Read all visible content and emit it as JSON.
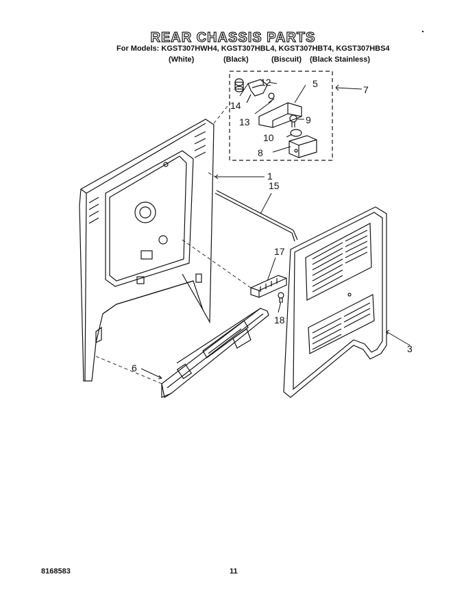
{
  "header": {
    "title": "REAR CHASSIS PARTS",
    "models_line": "For Models: KGST307HWH4, KGST307HBL4, KGST307HBT4, KGST307HBS4",
    "finishes": [
      "(White)",
      "(Black)",
      "(Biscuit)",
      "(Black Stainless)"
    ]
  },
  "callouts": {
    "c1": "1",
    "c3": "3",
    "c5": "5",
    "c6": "6",
    "c7": "7",
    "c8": "8",
    "c9": "9",
    "c10": "10",
    "c12": "12",
    "c13": "13",
    "c14": "14",
    "c15": "15",
    "c17": "17",
    "c18": "18"
  },
  "footer": {
    "part_number": "8168583",
    "page_number": "11"
  }
}
